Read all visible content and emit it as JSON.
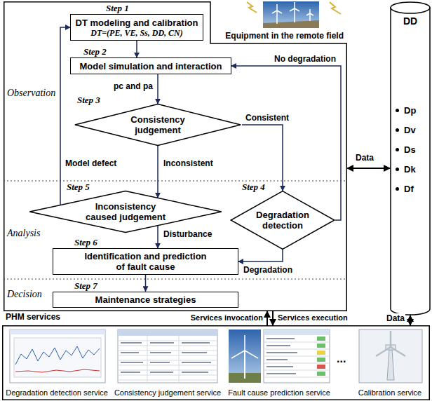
{
  "diagram": {
    "nodes": [
      {
        "text": [
          "Observation",
          "Analysis",
          "Decision"
        ]
      },
      {
        "text": [
          "Step 1",
          "DT modeling and calibration",
          "DT=(PE, VE, Ss, DD, CN)"
        ],
        "in": 0
      },
      {
        "text": [
          "Step 2",
          "Model simulation and interaction"
        ],
        "in": 0
      },
      {
        "text": [
          "Step 3",
          "Consistency judgement"
        ],
        "in": 0
      },
      {
        "text": [
          "Step 5",
          "Inconsistency caused judgement"
        ],
        "in": 0
      },
      {
        "text": [
          "Step 4",
          "Degradation detection"
        ],
        "in": 0
      },
      {
        "text": [
          "Step 6",
          "Identification and prediction of fault cause"
        ],
        "in": 0
      },
      {
        "text": [
          "Step 7",
          "Maintenance strategies"
        ],
        "in": 0
      },
      {
        "text": [
          "Equipment in the remote field"
        ]
      },
      {
        "text": [
          "DD",
          "Dp",
          "Dv",
          "Ds",
          "Dk",
          "Df"
        ]
      },
      {
        "text": [
          "PHM services"
        ]
      },
      {
        "text": [
          "Degradation detection service"
        ],
        "in": 10
      },
      {
        "text": [
          "Consistency judgement service"
        ],
        "in": 10
      },
      {
        "text": [
          "Fault cause prediction service"
        ],
        "in": 10
      },
      {
        "text": [
          "Calibration service"
        ],
        "in": 10
      }
    ],
    "edges": [
      {
        "from": 1,
        "to": 2,
        "arrow": "to"
      },
      {
        "from": 2,
        "to": 3,
        "arrow": "to",
        "label": "pc and pa"
      },
      {
        "from": 3,
        "to": 4,
        "arrow": "to",
        "label": "Inconsistent"
      },
      {
        "from": 3,
        "to": 5,
        "arrow": "to",
        "label": "Consistent"
      },
      {
        "from": 4,
        "to": 1,
        "arrow": "to",
        "label": "Model defect"
      },
      {
        "from": 5,
        "to": 2,
        "arrow": "to",
        "label": "No degradation"
      },
      {
        "from": 4,
        "to": 6,
        "arrow": "to",
        "label": "Disturbance"
      },
      {
        "from": 5,
        "to": 6,
        "arrow": "to",
        "label": "Degradation"
      },
      {
        "from": 6,
        "to": 7,
        "arrow": "to"
      },
      {
        "from": 0,
        "to": 9,
        "arrow": "both",
        "label": "Data"
      },
      {
        "from": 9,
        "to": 10,
        "arrow": "both",
        "label": "Data"
      },
      {
        "from": 10,
        "to": 0,
        "arrow": "to",
        "label": "Services invocation"
      },
      {
        "from": 0,
        "to": 10,
        "arrow": "to",
        "label": "Services execution"
      }
    ],
    "labels": [
      "..."
    ]
  }
}
